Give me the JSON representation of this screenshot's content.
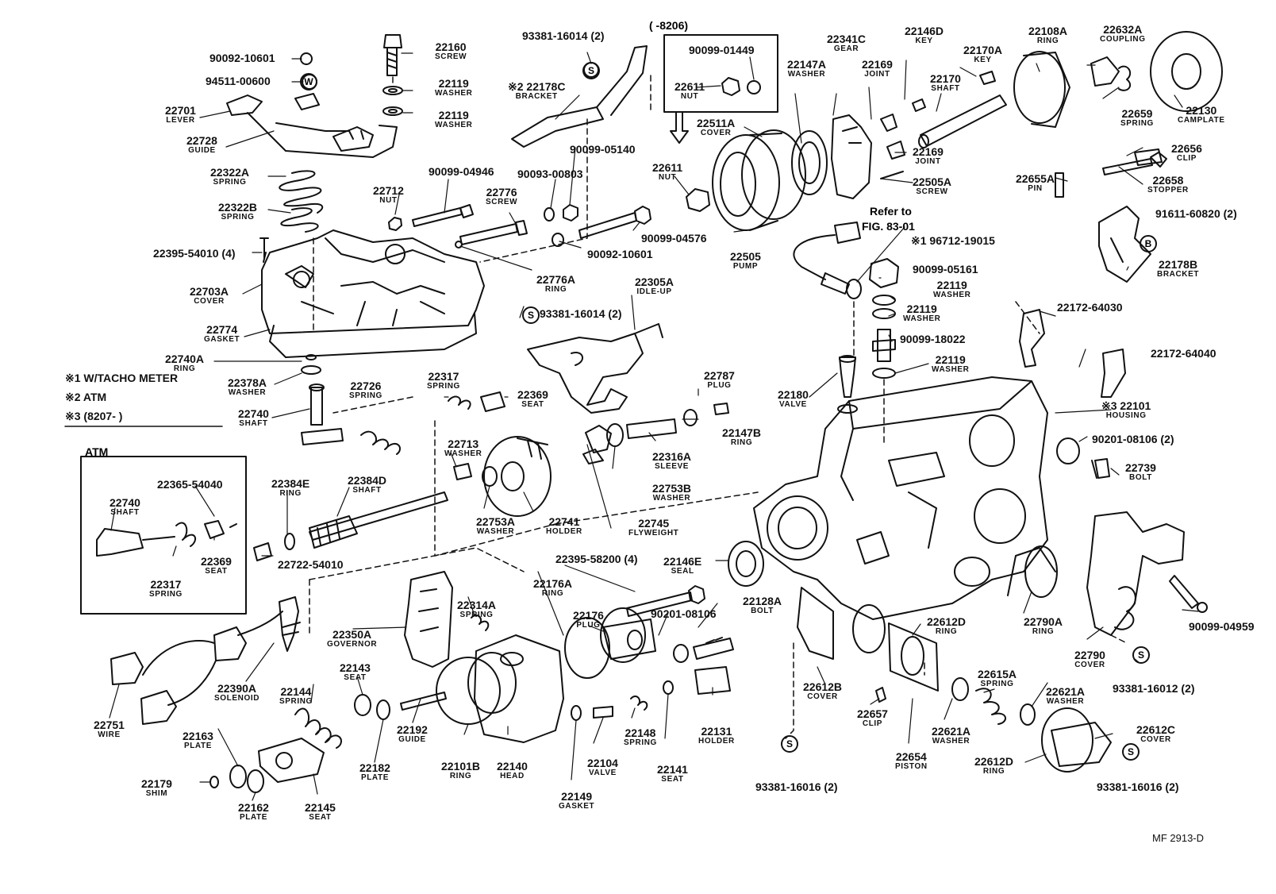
{
  "notes": {
    "n1": "※1 W/TACHO METER",
    "n2": "※2 ATM",
    "n3": "※3 (8207-       )"
  },
  "atm_box_title": "ATM",
  "frame_range": "(      -8206)",
  "diagram_code": "MF 2913-D",
  "refer_to": "Refer to",
  "refer_fig": "FIG. 83-01",
  "parts": {
    "p90092_10601_a": {
      "no": "90092-10601"
    },
    "p94511_00600": {
      "no": "94511-00600"
    },
    "p22701": {
      "no": "22701",
      "name": "LEVER"
    },
    "p22728": {
      "no": "22728",
      "name": "GUIDE"
    },
    "p22322A": {
      "no": "22322A",
      "name": "SPRING"
    },
    "p22322B": {
      "no": "22322B",
      "name": "SPRING"
    },
    "p22395_54010": {
      "no": "22395-54010 (4)"
    },
    "p22703A": {
      "no": "22703A",
      "name": "COVER"
    },
    "p22774": {
      "no": "22774",
      "name": "GASKET"
    },
    "p22740A": {
      "no": "22740A",
      "name": "RING"
    },
    "p22378A": {
      "no": "22378A",
      "name": "WASHER"
    },
    "p22740": {
      "no": "22740",
      "name": "SHAFT"
    },
    "p22726": {
      "no": "22726",
      "name": "SPRING"
    },
    "p22160": {
      "no": "22160",
      "name": "SCREW"
    },
    "p22119_a": {
      "no": "22119",
      "name": "WASHER"
    },
    "p22119_b": {
      "no": "22119",
      "name": "WASHER"
    },
    "p22712": {
      "no": "22712",
      "name": "NUT"
    },
    "p90099_04946": {
      "no": "90099-04946"
    },
    "p22776": {
      "no": "22776",
      "name": "SCREW"
    },
    "p90093_00803": {
      "no": "90093-00803"
    },
    "p90099_05140": {
      "no": "90099-05140"
    },
    "p90099_04576": {
      "no": "90099-04576"
    },
    "p90092_10601_b": {
      "no": "90092-10601"
    },
    "p22776A": {
      "no": "22776A",
      "name": "RING"
    },
    "p93381_16014_a": {
      "no": "93381-16014 (2)"
    },
    "p22178C": {
      "no": "※2 22178C",
      "name": "BRACKET"
    },
    "p90099_01449": {
      "no": "90099-01449"
    },
    "p22611_a": {
      "no": "22611",
      "name": "NUT"
    },
    "p22611_b": {
      "no": "22611",
      "name": "NUT"
    },
    "p22305A": {
      "no": "22305A",
      "name": "IDLE-UP"
    },
    "p93381_16014_b": {
      "no": "93381-16014 (2)"
    },
    "p22317_a": {
      "no": "22317",
      "name": "SPRING"
    },
    "p22369_a": {
      "no": "22369",
      "name": "SEAT"
    },
    "p22787": {
      "no": "22787",
      "name": "PLUG"
    },
    "p22147B": {
      "no": "22147B",
      "name": "RING"
    },
    "p22316A": {
      "no": "22316A",
      "name": "SLEEVE"
    },
    "p22753B": {
      "no": "22753B",
      "name": "WASHER"
    },
    "p22745": {
      "no": "22745",
      "name": "FLYWEIGHT"
    },
    "p22713": {
      "no": "22713",
      "name": "WASHER"
    },
    "p22753A": {
      "no": "22753A",
      "name": "WASHER"
    },
    "p22741": {
      "no": "22741",
      "name": "HOLDER"
    },
    "p22384E": {
      "no": "22384E",
      "name": "RING"
    },
    "p22384D": {
      "no": "22384D",
      "name": "SHAFT"
    },
    "p22722_54010": {
      "no": "22722-54010"
    },
    "p22365_54040": {
      "no": "22365-54040"
    },
    "p22740_atm": {
      "no": "22740",
      "name": "SHAFT"
    },
    "p22369_atm": {
      "no": "22369",
      "name": "SEAT"
    },
    "p22317_atm": {
      "no": "22317",
      "name": "SPRING"
    },
    "p22395_58200": {
      "no": "22395-58200 (4)"
    },
    "p22350A": {
      "no": "22350A",
      "name": "GOVERNOR"
    },
    "p22314A": {
      "no": "22314A",
      "name": "SPRING"
    },
    "p22176A": {
      "no": "22176A",
      "name": "RING"
    },
    "p22176": {
      "no": "22176",
      "name": "PLUG"
    },
    "p90201_08106_a": {
      "no": "90201-08106"
    },
    "p22128A": {
      "no": "22128A",
      "name": "BOLT"
    },
    "p22146E": {
      "no": "22146E",
      "name": "SEAL"
    },
    "p22390A": {
      "no": "22390A",
      "name": "SOLENOID"
    },
    "p22751": {
      "no": "22751",
      "name": "WIRE"
    },
    "p22143": {
      "no": "22143",
      "name": "SEAT"
    },
    "p22144": {
      "no": "22144",
      "name": "SPRING"
    },
    "p22163": {
      "no": "22163",
      "name": "PLATE"
    },
    "p22179": {
      "no": "22179",
      "name": "SHIM"
    },
    "p22162": {
      "no": "22162",
      "name": "PLATE"
    },
    "p22145": {
      "no": "22145",
      "name": "SEAT"
    },
    "p22182": {
      "no": "22182",
      "name": "PLATE"
    },
    "p22192": {
      "no": "22192",
      "name": "GUIDE"
    },
    "p22101B": {
      "no": "22101B",
      "name": "RING"
    },
    "p22140": {
      "no": "22140",
      "name": "HEAD"
    },
    "p22149": {
      "no": "22149",
      "name": "GASKET"
    },
    "p22104": {
      "no": "22104",
      "name": "VALVE"
    },
    "p22148": {
      "no": "22148",
      "name": "SPRING"
    },
    "p22141": {
      "no": "22141",
      "name": "SEAT"
    },
    "p22131": {
      "no": "22131",
      "name": "HOLDER"
    },
    "p22341C": {
      "no": "22341C",
      "name": "GEAR"
    },
    "p22147A": {
      "no": "22147A",
      "name": "WASHER"
    },
    "p22146D": {
      "no": "22146D",
      "name": "KEY"
    },
    "p22169_a": {
      "no": "22169",
      "name": "JOINT"
    },
    "p22170": {
      "no": "22170",
      "name": "SHAFT"
    },
    "p22170A": {
      "no": "22170A",
      "name": "KEY"
    },
    "p22108A": {
      "no": "22108A",
      "name": "RING"
    },
    "p22632A": {
      "no": "22632A",
      "name": "COUPLING"
    },
    "p22659": {
      "no": "22659",
      "name": "SPRING"
    },
    "p22130": {
      "no": "22130",
      "name": "CAMPLATE"
    },
    "p22511A": {
      "no": "22511A",
      "name": "COVER"
    },
    "p22169_b": {
      "no": "22169",
      "name": "JOINT"
    },
    "p22505A": {
      "no": "22505A",
      "name": "SCREW"
    },
    "p22505": {
      "no": "22505",
      "name": "PUMP"
    },
    "p22656": {
      "no": "22656",
      "name": "CLIP"
    },
    "p22655A": {
      "no": "22655A",
      "name": "PIN"
    },
    "p22658": {
      "no": "22658",
      "name": "STOPPER"
    },
    "p91611_60820": {
      "no": "91611-60820 (2)"
    },
    "p22178B": {
      "no": "22178B",
      "name": "BRACKET"
    },
    "p96712_19015": {
      "no": "※1 96712-19015"
    },
    "p90099_05161": {
      "no": "90099-05161"
    },
    "p22119_c": {
      "no": "22119",
      "name": "WASHER"
    },
    "p22119_d": {
      "no": "22119",
      "name": "WASHER"
    },
    "p90099_18022": {
      "no": "90099-18022"
    },
    "p22119_e": {
      "no": "22119",
      "name": "WASHER"
    },
    "p22172_64030": {
      "no": "22172-64030"
    },
    "p22172_64040": {
      "no": "22172-64040"
    },
    "p22180": {
      "no": "22180",
      "name": "VALVE"
    },
    "p22101": {
      "no": "※3 22101",
      "name": "HOUSING"
    },
    "p90201_08106_b": {
      "no": "90201-08106 (2)"
    },
    "p22739": {
      "no": "22739",
      "name": "BOLT"
    },
    "p22790A": {
      "no": "22790A",
      "name": "RING"
    },
    "p22790": {
      "no": "22790",
      "name": "COVER"
    },
    "p90099_04959": {
      "no": "90099-04959"
    },
    "p93381_16012": {
      "no": "93381-16012 (2)"
    },
    "p22612D_a": {
      "no": "22612D",
      "name": "RING"
    },
    "p22612B": {
      "no": "22612B",
      "name": "COVER"
    },
    "p22657": {
      "no": "22657",
      "name": "CLIP"
    },
    "p22654": {
      "no": "22654",
      "name": "PISTON"
    },
    "p22615A": {
      "no": "22615A",
      "name": "SPRING"
    },
    "p22621A_a": {
      "no": "22621A",
      "name": "WASHER"
    },
    "p22621A_b": {
      "no": "22621A",
      "name": "WASHER"
    },
    "p22612C": {
      "no": "22612C",
      "name": "COVER"
    },
    "p22612D_b": {
      "no": "22612D",
      "name": "RING"
    },
    "p93381_16016_a": {
      "no": "93381-16016 (2)"
    },
    "p93381_16016_b": {
      "no": "93381-16016 (2)"
    }
  },
  "markers": {
    "s": "S",
    "w": "W",
    "b": "B"
  }
}
